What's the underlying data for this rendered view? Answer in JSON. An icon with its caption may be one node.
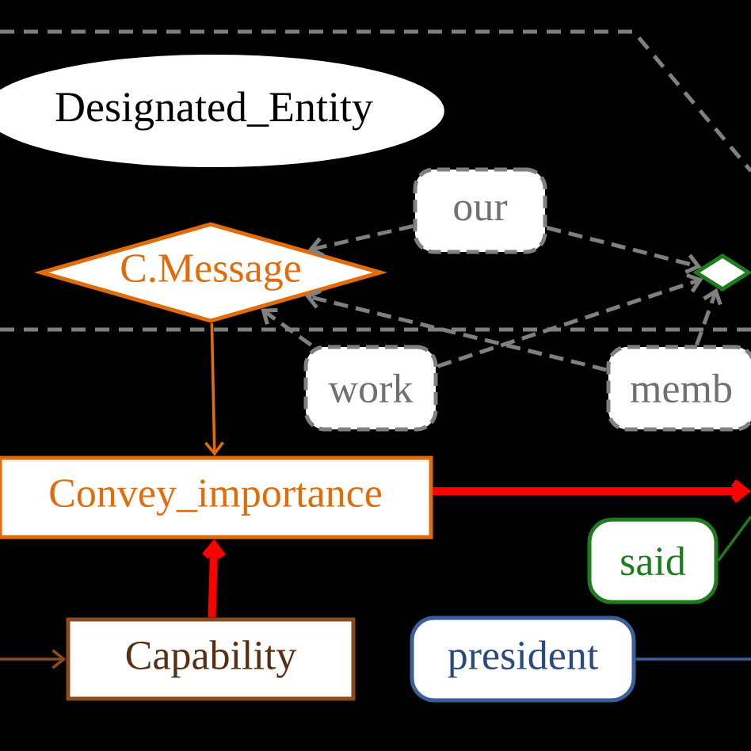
{
  "diagram": {
    "nodes": [
      {
        "text": [
          "Designated_Entity"
        ]
      },
      {
        "text": [
          "C.Message"
        ]
      },
      {
        "text": [
          "our"
        ]
      },
      {
        "text": [],
        "shape": "diamond"
      },
      {
        "text": [
          "work"
        ]
      },
      {
        "text": [
          "memb"
        ]
      },
      {
        "text": [
          "Convey_importance"
        ]
      },
      {
        "text": [
          "said"
        ]
      },
      {
        "text": [
          "Capability"
        ]
      },
      {
        "text": [
          "president"
        ]
      }
    ],
    "edges": [
      {
        "from": 2,
        "to": 1,
        "arrow": "to",
        "style": "dashed"
      },
      {
        "from": 2,
        "to": 3,
        "arrow": "to",
        "style": "dashed"
      },
      {
        "from": 4,
        "to": 1,
        "arrow": "to",
        "style": "dashed"
      },
      {
        "from": 4,
        "to": 3,
        "arrow": "to",
        "style": "dashed"
      },
      {
        "from": 5,
        "to": 1,
        "arrow": "to",
        "style": "dashed"
      },
      {
        "from": 5,
        "to": 3,
        "arrow": "to",
        "style": "dashed"
      },
      {
        "from": 1,
        "to": 6,
        "arrow": "to",
        "color": "#e36c0a"
      },
      {
        "from": 8,
        "to": 6,
        "arrow": "to",
        "style": "thick",
        "color": "#ff0000"
      },
      {
        "from": 6,
        "to": null,
        "arrow": "to",
        "style": "thick",
        "color": "#ff0000"
      },
      {
        "from": null,
        "to": 8,
        "arrow": "to",
        "color": "#8b4a1c"
      },
      {
        "from": 7,
        "to": null,
        "arrow": "none",
        "color": "#1e7b1e"
      },
      {
        "from": 9,
        "to": null,
        "arrow": "none",
        "color": "#3a5f9a"
      }
    ]
  }
}
